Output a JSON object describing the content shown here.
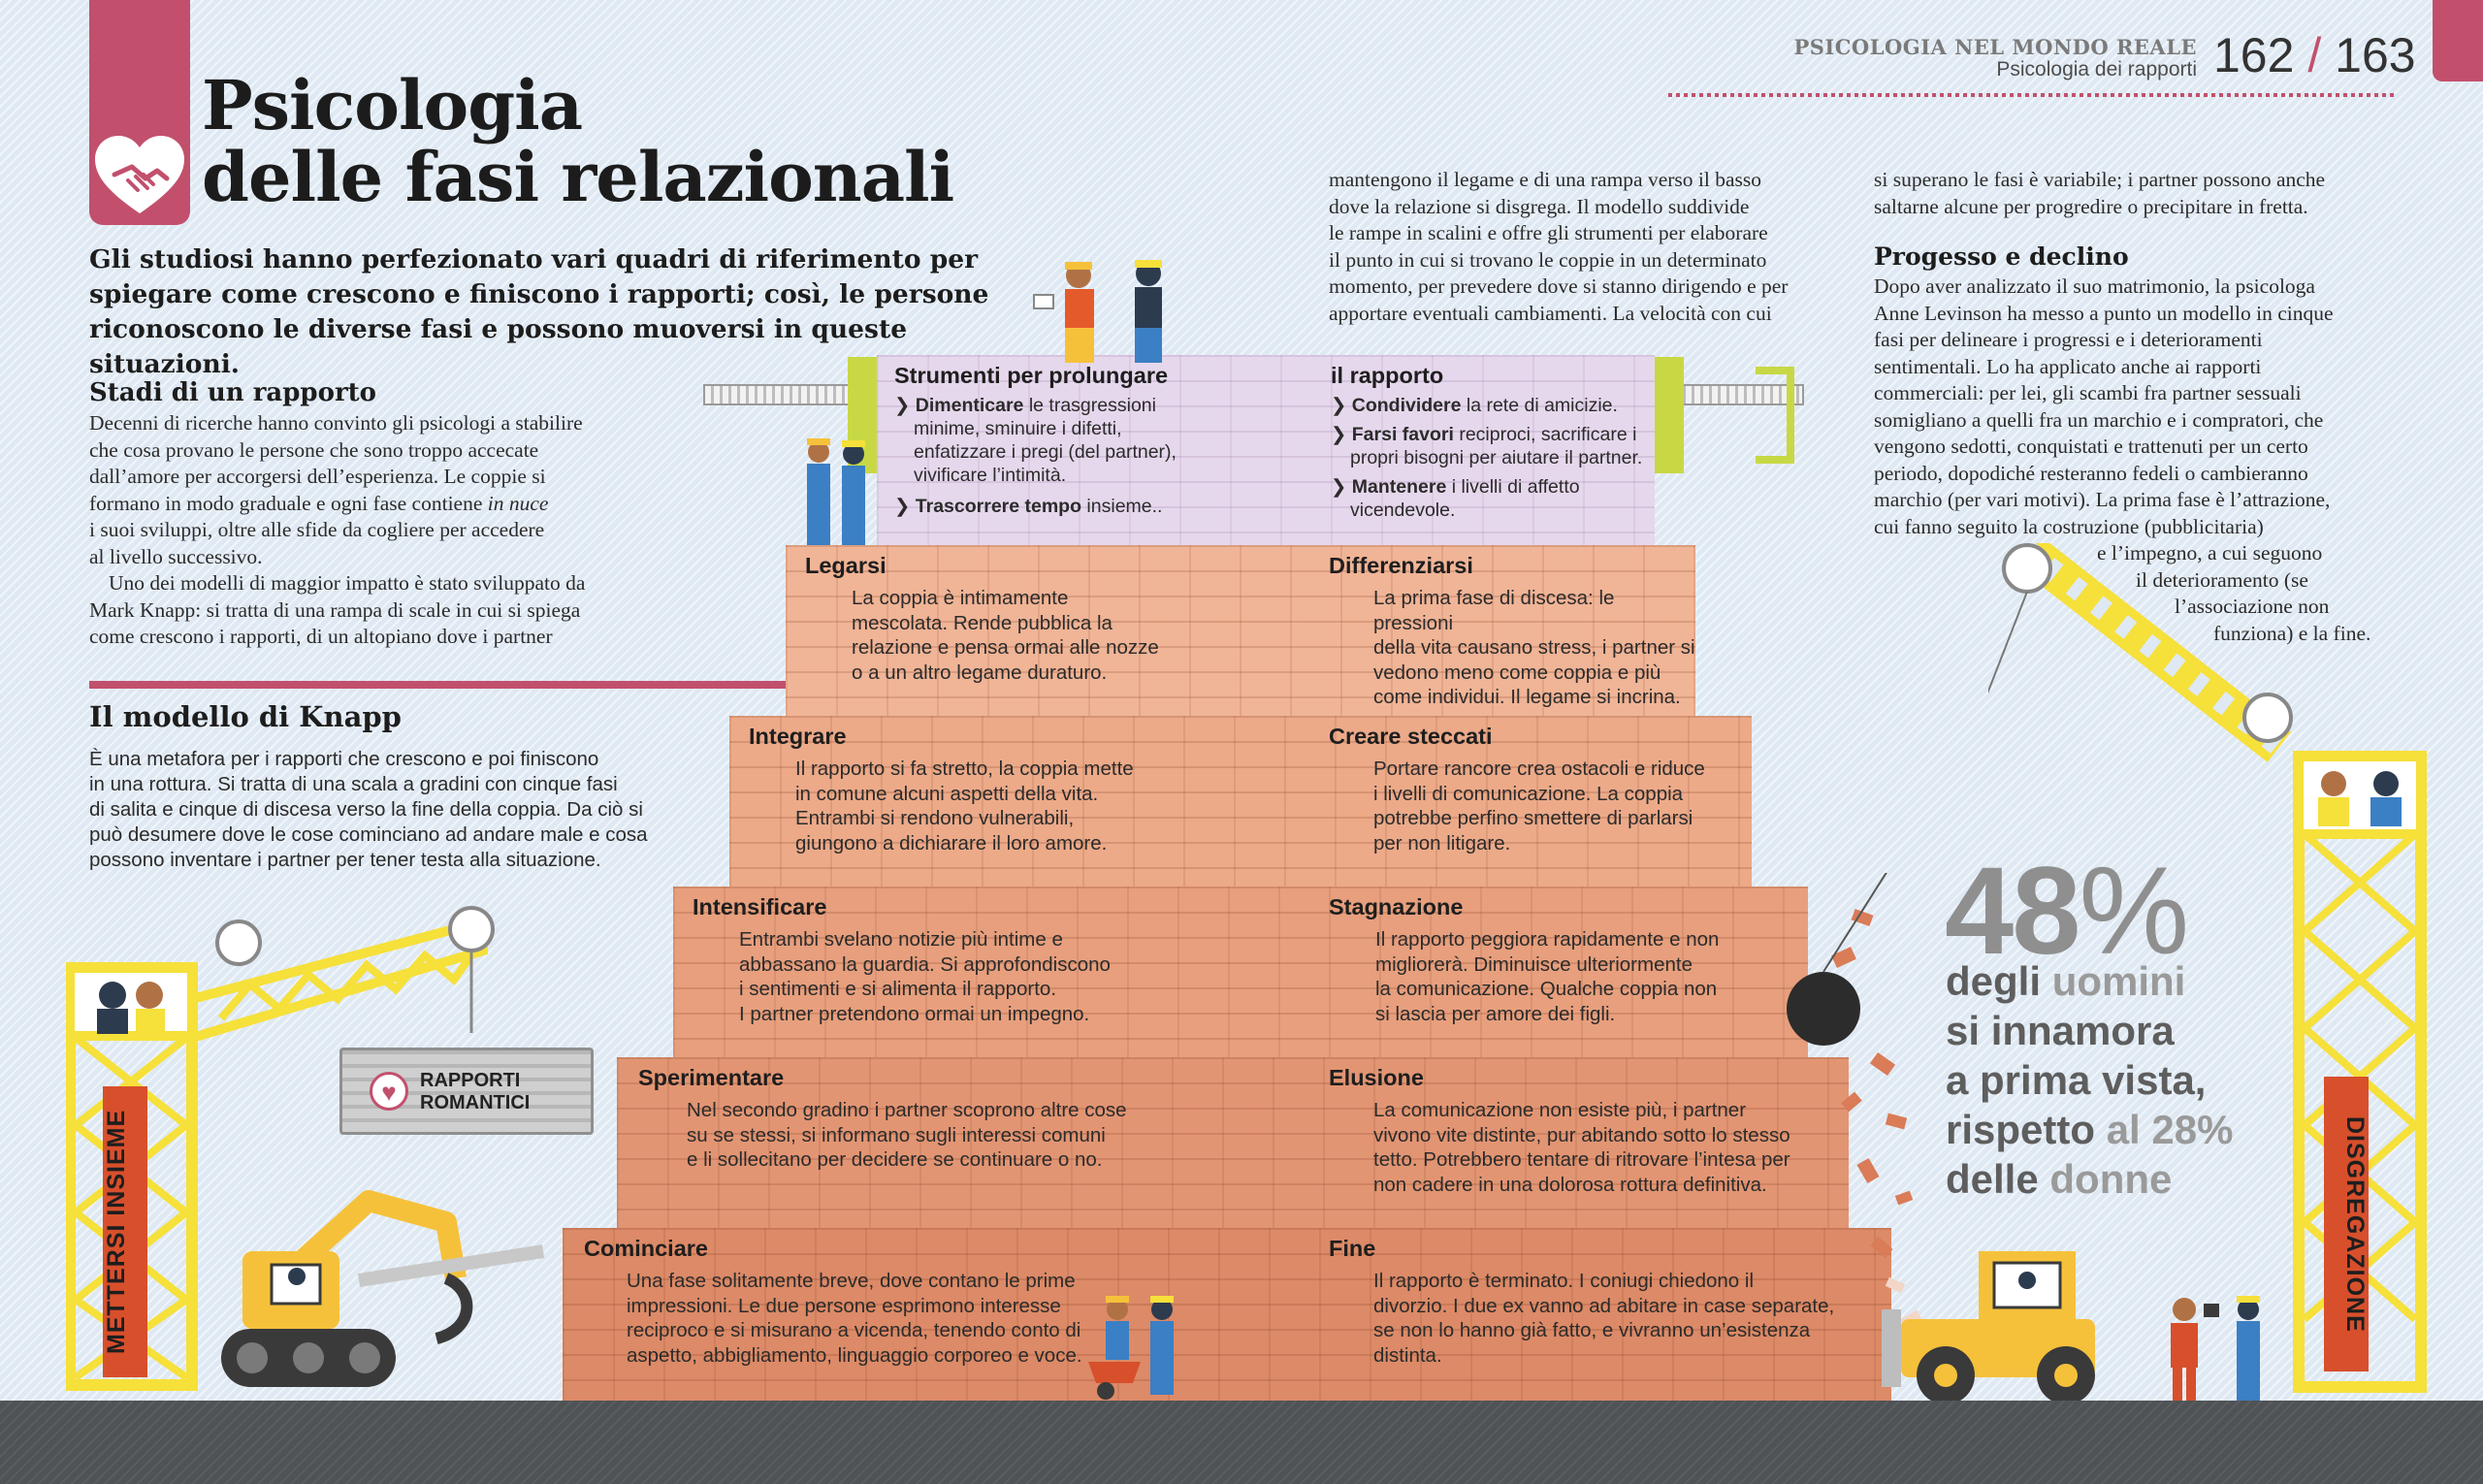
{
  "running_head": {
    "section": "PSICOLOGIA NEL MONDO REALE",
    "subsection": "Psicologia dei rapporti",
    "page_left": "162",
    "separator": "/",
    "page_right": "163"
  },
  "title": {
    "line1": "Psicologia",
    "line2": "delle fasi relazionali",
    "icon": "heart-handshake-icon"
  },
  "lead": "Gli studiosi hanno perfezionato vari quadri di riferimento per spiegare come crescono e finiscono i rapporti; così, le persone riconoscono le diverse fasi e possono muoversi in queste situazioni.",
  "stadi": {
    "heading": "Stadi di un rapporto",
    "p1_lines": [
      "Decenni di ricerche hanno convinto gli psicologi a stabilire",
      "che cosa provano le persone che sono troppo accecate",
      "dall’amore per accorgersi dell’esperienza. Le coppie si",
      "i suoi sviluppi, oltre alle sfide da cogliere per accedere",
      "al livello successivo."
    ],
    "p1_line4_pre": "formano in modo graduale e ogni fase contiene ",
    "p1_line4_em": "in nuce",
    "p2_lines": [
      "Uno dei modelli di maggior impatto è stato sviluppato da",
      "Mark Knapp: si tratta di una rampa di scale in cui si spiega",
      "come crescono i rapporti, di un altopiano dove i partner"
    ]
  },
  "col2_lines": [
    "mantengono il legame e di una rampa verso il basso",
    "dove la relazione si disgrega. Il modello suddivide",
    "le rampe in scalini e offre gli strumenti per elaborare",
    "il punto in cui si trovano le coppie in un determinato",
    "momento, per prevedere dove si stanno dirigendo e per",
    "apportare eventuali cambiamenti. La velocità con cui"
  ],
  "col3_lines": [
    "si superano le fasi è variabile; i partner possono anche",
    "saltarne alcune per progredire o precipitare in fretta."
  ],
  "progresso": {
    "heading": "Progesso e declino",
    "lines": [
      "Dopo aver analizzato il suo matrimonio, la psicologa",
      "Anne Levinson ha messo a punto un modello in cinque",
      "fasi per delineare i progressi e i deterioramenti",
      "sentimentali. Lo ha applicato anche ai rapporti",
      "commerciali: per lei, gli scambi fra partner sessuali",
      "somigliano a quelli fra un marchio e i compratori, che",
      "vengono sedotti, conquistati e trattenuti per un certo",
      "periodo, dopodiché resteranno fedeli o cambieranno",
      "marchio (per vari motivi). La prima fase è l’attrazione,",
      "cui fanno seguito la costruzione (pubblicitaria)",
      "e l’impegno, a cui seguono",
      "il deterioramento (se",
      "l’associazione non",
      "funziona) e la fine."
    ]
  },
  "knapp": {
    "heading": "Il modello di Knapp",
    "lines": [
      "È una metafora per i rapporti che crescono e poi finiscono",
      "in una rottura. Si tratta di una scala a gradini con cinque fasi",
      "di salita e cinque di discesa verso la fine della coppia. Da ciò si",
      "può desumere dove le cose cominciano ad andare male e cosa",
      "possono inventare i partner per tener testa alla situazione."
    ]
  },
  "tools": {
    "left_heading": "Strumenti per prolungare",
    "right_heading": "il rapporto",
    "left_items": [
      {
        "bold": "Dimenticare",
        "rest": " le trasgressioni",
        "lines": [
          "minime, sminuire i difetti,",
          "enfatizzare i pregi (del partner),",
          "vivificare l’intimità."
        ]
      },
      {
        "bold": "Trascorrere tempo",
        "rest": " insieme..",
        "lines": []
      }
    ],
    "right_items": [
      {
        "bold": "Condividere",
        "rest": " la rete di amicizie.",
        "lines": []
      },
      {
        "bold": "Farsi favori",
        "rest": " reciproci, sacrificare i",
        "lines": [
          "propri bisogni per aiutare il partner."
        ]
      },
      {
        "bold": "Mantenere",
        "rest": " i livelli di affetto",
        "lines": [
          "vicendevole."
        ]
      }
    ]
  },
  "stages": [
    {
      "up": "Legarsi",
      "up_lines": [
        "La coppia è intimamente",
        "mescolata. Rende pubblica la",
        "relazione e pensa ormai alle nozze",
        "o a un altro legame duraturo."
      ],
      "down": "Differenziarsi",
      "down_lines": [
        "La prima fase di discesa: le pressioni",
        "della vita causano stress, i partner si",
        "vedono meno come coppia e più",
        "come individui. Il legame si incrina."
      ]
    },
    {
      "up": "Integrare",
      "up_lines": [
        "Il rapporto si fa stretto, la coppia mette",
        "in comune alcuni aspetti della vita.",
        "Entrambi si rendono vulnerabili,",
        "giungono a dichiarare il loro amore."
      ],
      "down": "Creare steccati",
      "down_lines": [
        "Portare rancore crea ostacoli e riduce",
        "i livelli di comunicazione. La coppia",
        "potrebbe perfino smettere di parlarsi",
        "per non litigare."
      ]
    },
    {
      "up": "Intensificare",
      "up_lines": [
        "Entrambi svelano notizie più intime e",
        "abbassano la guardia. Si approfondiscono",
        "i sentimenti e si alimenta il rapporto.",
        "I partner pretendono ormai un impegno."
      ],
      "down": "Stagnazione",
      "down_lines": [
        "Il rapporto peggiora rapidamente e non",
        "migliorerà. Diminuisce ulteriormente",
        "la comunicazione. Qualche coppia non",
        "si lascia per amore dei figli."
      ]
    },
    {
      "up": "Sperimentare",
      "up_lines": [
        "Nel secondo gradino i partner scoprono altre cose",
        "su se stessi, si informano sugli interessi comuni",
        "e li sollecitano per decidere se continuare o no."
      ],
      "down": "Elusione",
      "down_lines": [
        "La comunicazione non esiste più, i partner",
        "vivono vite distinte, pur abitando sotto lo stesso",
        "tetto. Potrebbero tentare di ritrovare l’intesa per",
        "non cadere in una dolorosa rottura definitiva."
      ]
    },
    {
      "up": "Cominciare",
      "up_lines": [
        "Una fase solitamente breve, dove contano le prime",
        "impressioni. Le due persone esprimono interesse",
        "reciproco e si misurano a vicenda, tenendo conto di",
        "aspetto, abbigliamento, linguaggio corporeo e voce."
      ],
      "down": "Fine",
      "down_lines": [
        "Il rapporto è terminato. I coniugi chiedono il",
        "divorzio. I due ex vanno ad abitare in case separate,",
        "se non lo hanno già fatto, e vivranno un’esistenza",
        "distinta."
      ]
    }
  ],
  "sign": {
    "line1": "RAPPORTI",
    "line2": "ROMANTICI"
  },
  "crane_left_label": "METTERSI INSIEME",
  "crane_right_label": "DISGREGAZIONE",
  "stat": {
    "number": "48",
    "pct": "%",
    "w1": "degli ",
    "w2": "uomini",
    "w3": "si innamora",
    "w4": "a prima vista,",
    "w5": "rispetto ",
    "w6": "al 28%",
    "w7": "delle ",
    "w8": "donne"
  },
  "colors": {
    "accent": "#c2506d",
    "brick": "#e9a381",
    "brick_dark": "#d97c57",
    "lilac": "#e6d8ec",
    "crane": "#f6e03a",
    "ground": "#4f5356"
  }
}
